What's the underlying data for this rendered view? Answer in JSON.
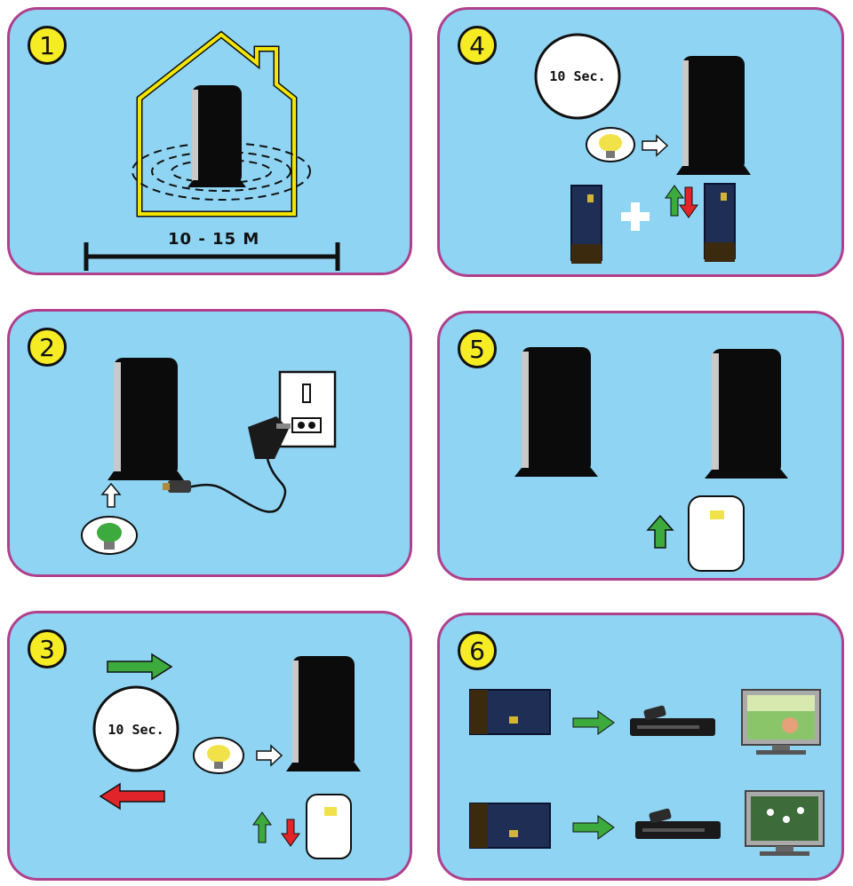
{
  "steps": [
    {
      "number": "1",
      "distance_label": "10 - 15 M"
    },
    {
      "number": "2"
    },
    {
      "number": "3",
      "timer_label": "10 Sec."
    },
    {
      "number": "4",
      "timer_label": "10 Sec."
    },
    {
      "number": "5"
    },
    {
      "number": "6"
    }
  ],
  "colors": {
    "panel_bg": "#8fd4f3",
    "panel_border": "#b0408e",
    "badge": "#f5ec24",
    "house_outline": "#f2e600",
    "arrow_green": "#3caa3c",
    "arrow_red": "#e0242a",
    "router": "#0b0b0b",
    "card": "#1e2e55"
  },
  "icons": [
    "router-icon",
    "house-icon",
    "power-adapter-icon",
    "wall-socket-icon",
    "led-green-icon",
    "led-yellow-icon",
    "sim-card-icon",
    "card-module-icon",
    "set-top-box-icon",
    "tv-icon",
    "timer-icon"
  ]
}
